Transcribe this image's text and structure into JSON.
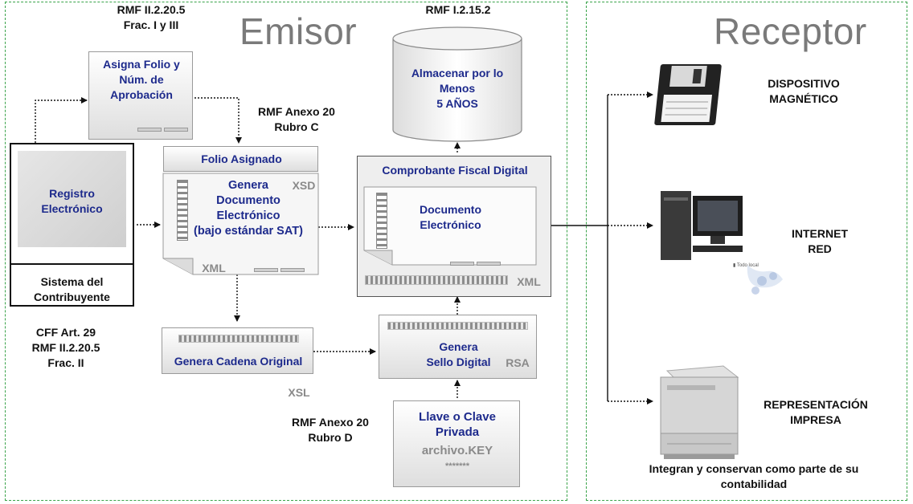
{
  "regions": {
    "emisor_title": "Emisor",
    "receptor_title": "Receptor"
  },
  "refs": {
    "rmf_ii_2_20_5_line1": "RMF II.2.20.5",
    "rmf_ii_2_20_5_line2": "Frac. I y III",
    "rmf_i_2_15_2": "RMF I.2.15.2",
    "rmf_anexo20_c_line1": "RMF Anexo 20",
    "rmf_anexo20_c_line2": "Rubro C",
    "cff_line1": "CFF Art. 29",
    "cff_line2": "RMF II.2.20.5",
    "cff_line3": "Frac. II",
    "rmf_anexo20_d_line1": "RMF Anexo 20",
    "rmf_anexo20_d_line2": "Rubro D"
  },
  "nodes": {
    "asigna_folio": [
      "Asigna Folio y",
      "Núm. de",
      "Aprobación"
    ],
    "almacenar": [
      "Almacenar por lo",
      "Menos",
      "5 AÑOS"
    ],
    "registro": [
      "Registro",
      "Electrónico"
    ],
    "sistema": [
      "Sistema del",
      "Contribuyente"
    ],
    "folio_asignado": "Folio Asignado",
    "genera_doc": [
      "Genera",
      "Documento",
      "Electrónico",
      "(bajo estándar SAT)"
    ],
    "xsd": "XSD",
    "xml_doc": "XML",
    "cfd_title": "Comprobante Fiscal Digital",
    "doc_electronico": [
      "Documento",
      "Electrónico"
    ],
    "xml_cfd": "XML",
    "cadena": "Genera Cadena Original",
    "xsl": "XSL",
    "sello": [
      "Genera",
      "Sello Digital"
    ],
    "rsa": "RSA",
    "llave": [
      "Llave o Clave",
      "Privada"
    ],
    "archivo_key": "archivo.KEY",
    "asterisks": "*******"
  },
  "receptor": {
    "dispositivo": [
      "DISPOSITIVO",
      "MAGNÉTICO"
    ],
    "internet": [
      "INTERNET",
      "RED"
    ],
    "representacion": [
      "REPRESENTACIÓN",
      "IMPRESA"
    ],
    "footer": [
      "Integran y conservan  como parte de su",
      "contabilidad"
    ]
  },
  "icons": [
    "floppy-disk-icon",
    "computer-icon",
    "printer-icon"
  ]
}
